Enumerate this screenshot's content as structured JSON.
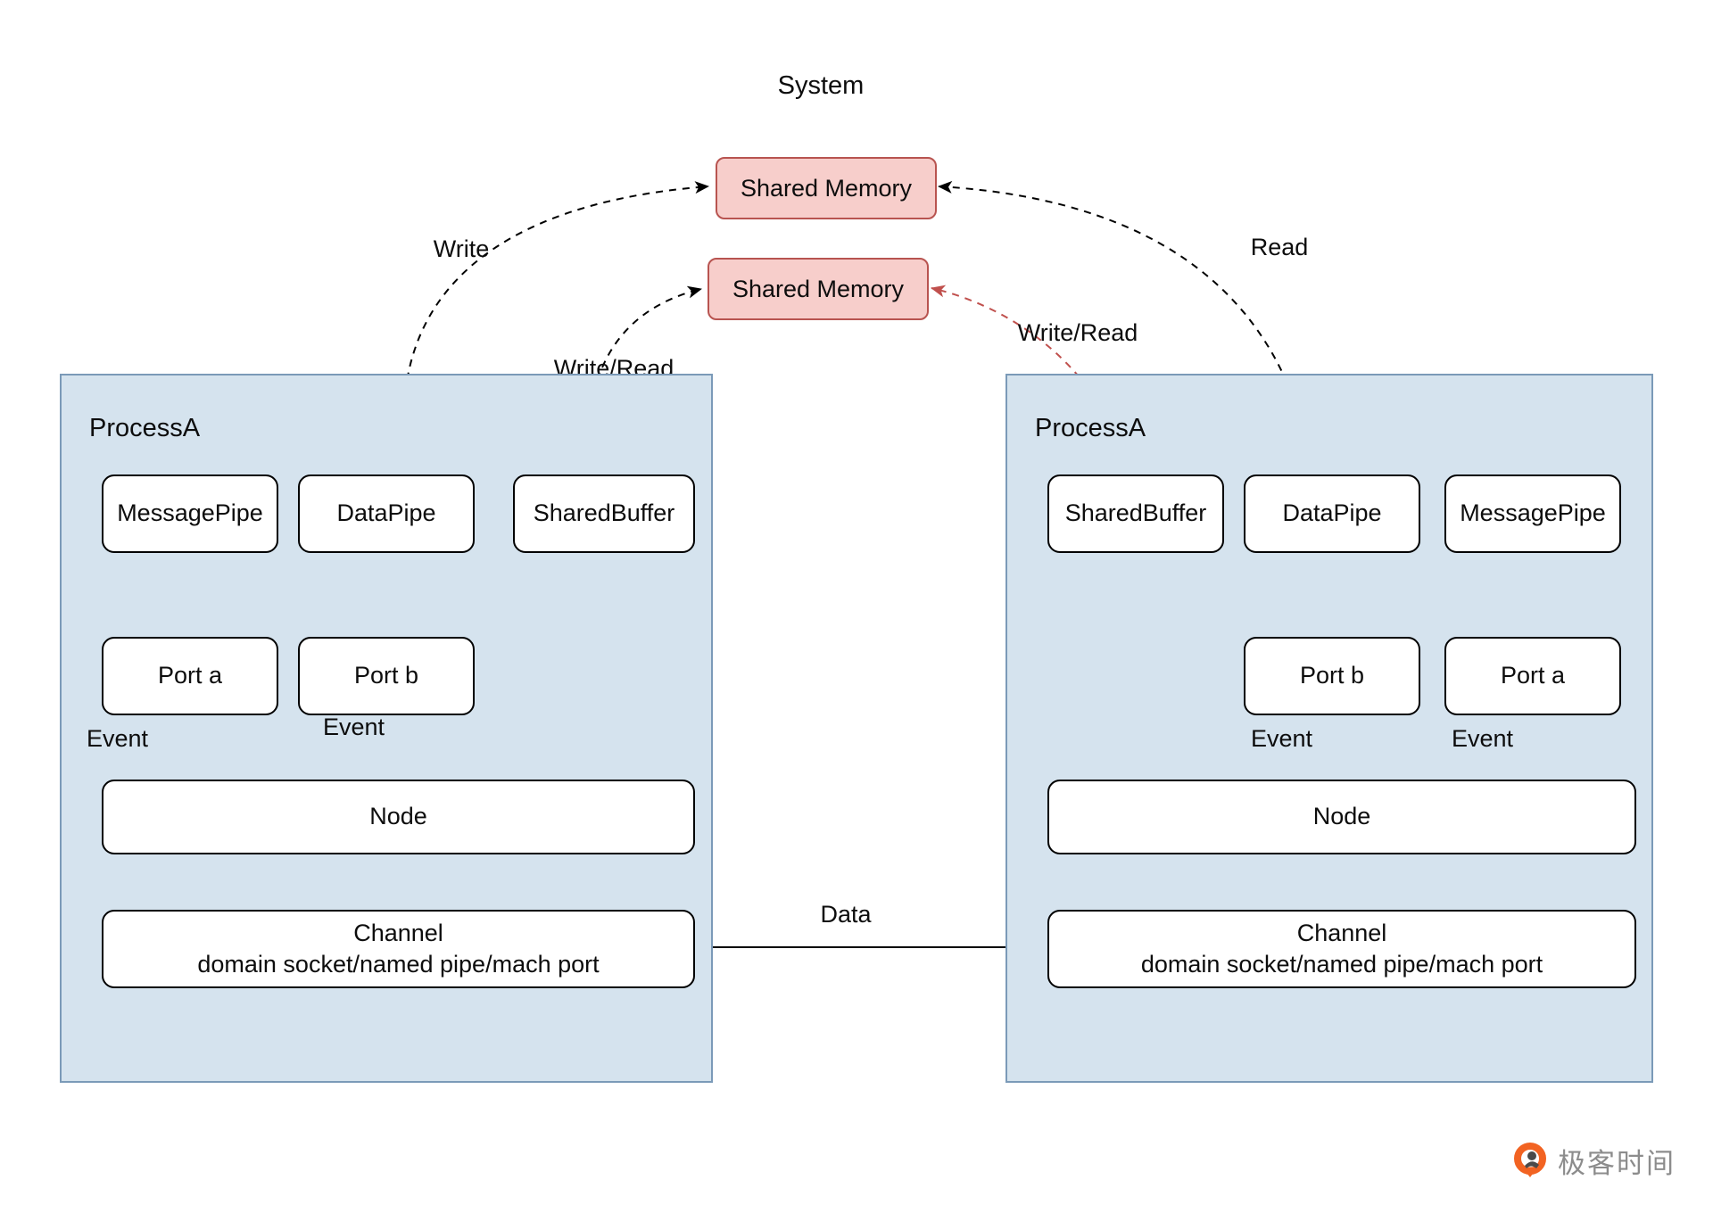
{
  "system": {
    "label": "System"
  },
  "shared_memory": {
    "top_label": "Shared Memory",
    "bottom_label": "Shared Memory"
  },
  "edge_labels": {
    "write": "Write",
    "read": "Read",
    "write_read_left": "Write/Read",
    "write_read_right": "Write/Read",
    "data": "Data"
  },
  "process_left": {
    "title": "ProcessA",
    "message_pipe": "MessagePipe",
    "data_pipe": "DataPipe",
    "shared_buffer": "SharedBuffer",
    "port_a": "Port a",
    "port_b": "Port b",
    "event_a": "Event",
    "event_b": "Event",
    "node": "Node",
    "channel_title": "Channel",
    "channel_subtitle": "domain socket/named pipe/mach port"
  },
  "process_right": {
    "title": "ProcessA",
    "shared_buffer": "SharedBuffer",
    "data_pipe": "DataPipe",
    "message_pipe": "MessagePipe",
    "port_b": "Port b",
    "port_a": "Port a",
    "event_b": "Event",
    "event_a": "Event",
    "node": "Node",
    "channel_title": "Channel",
    "channel_subtitle": "domain socket/named pipe/mach port"
  },
  "logo": {
    "text": "极客时间"
  },
  "colors": {
    "process_fill": "#d5e3ee",
    "process_border": "#7b9ab8",
    "memory_fill": "#f7cecb",
    "memory_border": "#b85450",
    "arrow_black": "#000000",
    "arrow_red": "#c0504d",
    "logo_orange": "#f26322",
    "logo_text": "#8c8c8c"
  }
}
